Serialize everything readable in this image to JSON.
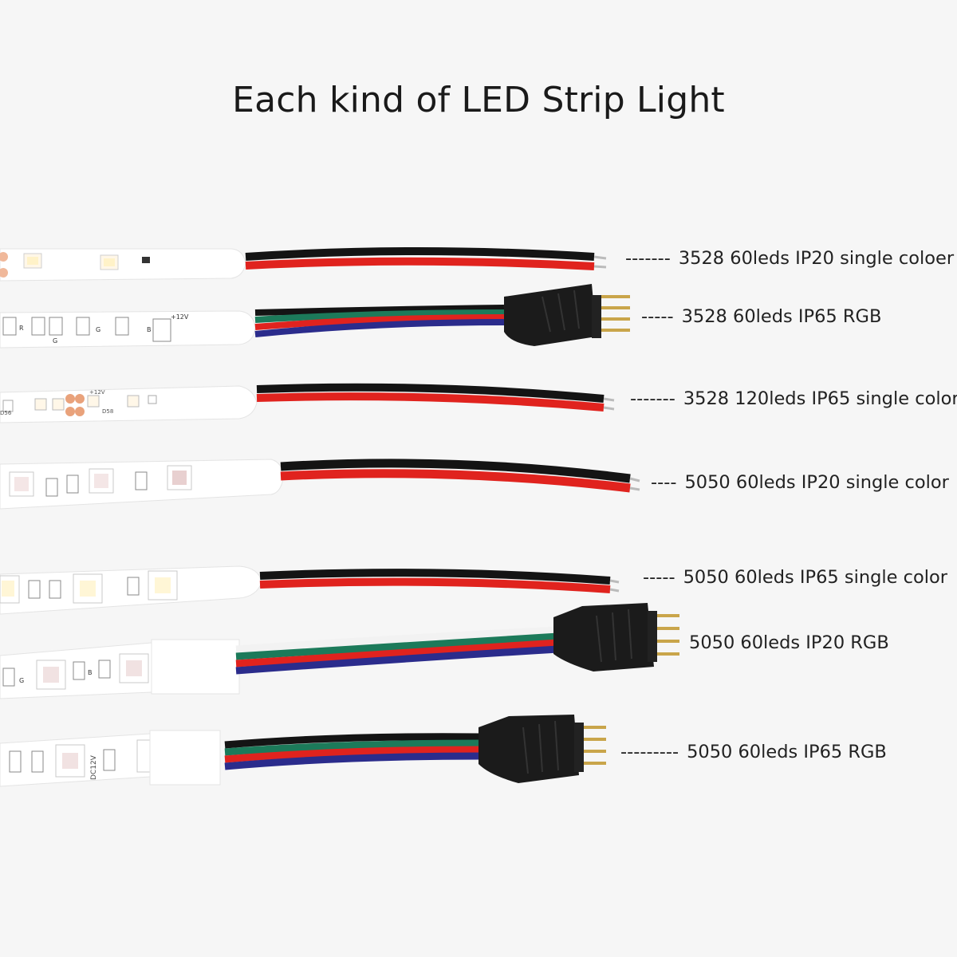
{
  "title": "Each kind of LED Strip Light",
  "colors": {
    "background": "#f6f6f6",
    "strip": "#ffffff",
    "wire_red": "#e0231e",
    "wire_black": "#141414",
    "wire_green": "#1c7a5a",
    "wire_blue": "#2b2c8c",
    "wire_white": "#f2f2f2",
    "connector": "#1b1b1b",
    "pin": "#c9a54a"
  },
  "strip_markings": {
    "plus_12v": "+12V",
    "r": "R",
    "g": "G",
    "b": "B",
    "d56": "D56",
    "d58": "D58",
    "dc12v": "DC12V"
  },
  "products": [
    {
      "dash": "-------",
      "label": "3528 60leds IP20 single coloer"
    },
    {
      "dash": "-----",
      "label": "3528 60leds IP65 RGB"
    },
    {
      "dash": "-------",
      "label": "3528 120leds IP65 single color"
    },
    {
      "dash": "----",
      "label": "5050 60leds IP20 single color"
    },
    {
      "dash": "-----",
      "label": "5050 60leds IP65 single color"
    },
    {
      "dash": "",
      "label": "5050 60leds IP20 RGB"
    },
    {
      "dash": "---------",
      "label": "5050 60leds IP65 RGB"
    }
  ]
}
